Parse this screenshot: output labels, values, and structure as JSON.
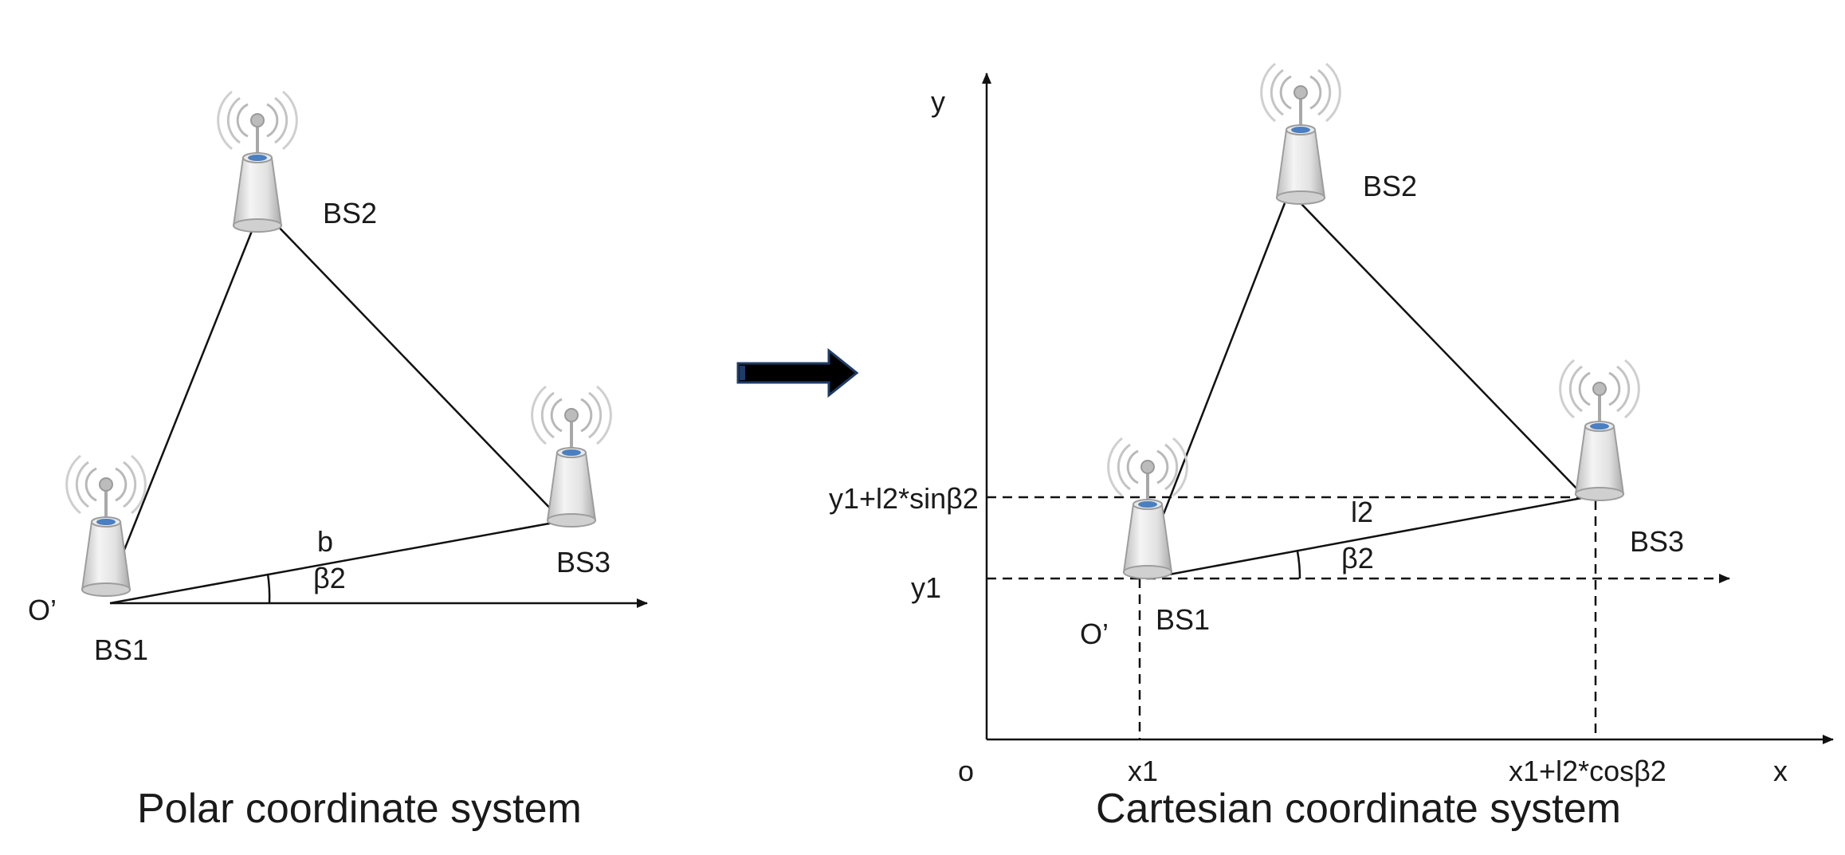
{
  "polar": {
    "title": "Polar coordinate system",
    "origin_label": "O’",
    "bs1": "BS1",
    "bs2": "BS2",
    "bs3": "BS3",
    "edge_label": "b",
    "angle_label": "β2"
  },
  "cartesian": {
    "title": "Cartesian coordinate system",
    "y_axis": "y",
    "x_axis": "x",
    "origin": "o",
    "origin_prime": "O’",
    "bs1": "BS1",
    "bs2": "BS2",
    "bs3": "BS3",
    "edge_label": "l2",
    "angle_label": "β2",
    "y1": "y1",
    "y1_plus": "y1+l2*sinβ2",
    "x1": "x1",
    "x1_plus": "x1+l2*cosβ2"
  },
  "colors": {
    "accent": "#4a7fc1",
    "tower": "#d9d9d9",
    "arrow": "#000000",
    "arrow_edge": "#1f3b66"
  }
}
